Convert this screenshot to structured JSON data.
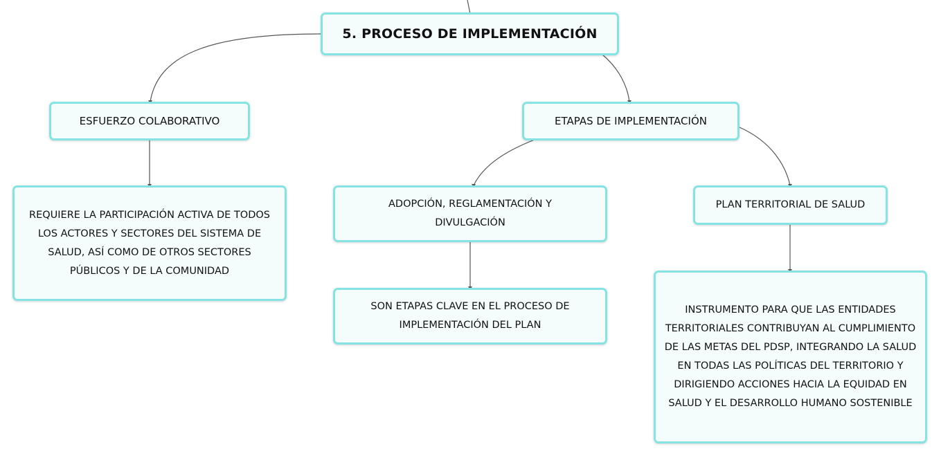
{
  "root": {
    "label": "5. PROCESO DE IMPLEMENTACIÓN"
  },
  "esfuerzo": {
    "label": "ESFUERZO COLABORATIVO",
    "detail": "REQUIERE LA PARTICIPACIÓN ACTIVA DE TODOS LOS ACTORES Y SECTORES DEL SISTEMA DE SALUD, ASÍ COMO DE OTROS SECTORES PÚBLICOS Y DE LA COMUNIDAD"
  },
  "etapas": {
    "label": "ETAPAS DE IMPLEMENTACIÓN",
    "adopcion": {
      "label": "ADOPCIÓN, REGLAMENTACIÓN Y DIVULGACIÓN",
      "detail": "SON ETAPAS CLAVE EN EL PROCESO DE IMPLEMENTACIÓN DEL PLAN"
    },
    "plan": {
      "label": "PLAN TERRITORIAL DE SALUD",
      "detail": "INSTRUMENTO PARA QUE LAS ENTIDADES TERRITORIALES CONTRIBUYAN AL CUMPLIMIENTO DE LAS METAS DEL PDSP, INTEGRANDO LA SALUD EN TODAS LAS POLÍTICAS DEL TERRITORIO Y DIRIGIENDO ACCIONES HACIA LA EQUIDAD EN SALUD Y EL DESARROLLO HUMANO SOSTENIBLE"
    }
  },
  "colors": {
    "border": "#86e3e3",
    "fill": "#f4fcfc",
    "connector": "#555555"
  }
}
